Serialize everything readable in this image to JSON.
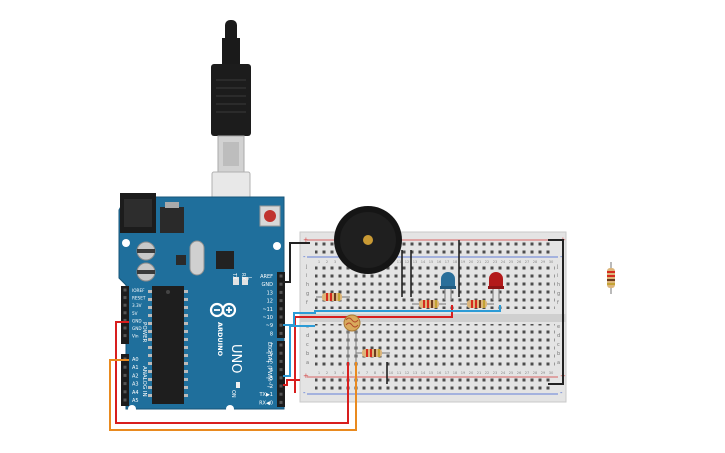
{
  "board": {
    "logo": "ARDUINO",
    "model": "UNO",
    "power_header": "POWER",
    "analog_header": "ANALOG IN",
    "digital_header": "DIGITAL (PWM~)",
    "on_label": "ON",
    "tx_label": "TX",
    "rx_label": "RX",
    "l_label": "L",
    "power_pins": [
      "IOREF",
      "RESET",
      "3.3V",
      "5V",
      "GND",
      "GND",
      "Vin"
    ],
    "analog_pins": [
      "A0",
      "A1",
      "A2",
      "A3",
      "A4",
      "A5"
    ],
    "digital_top_pins": [
      "AREF",
      "GND",
      "13",
      "12",
      "~11",
      "~10",
      "~9",
      "8"
    ],
    "digital_bottom_pins": [
      "7",
      "~6",
      "~5",
      "4",
      "~3",
      "2",
      "TX▶1",
      "RX◀0"
    ]
  },
  "breadboard": {
    "rail_plus": "+",
    "rail_minus": "-",
    "row_letters_top": [
      "j",
      "i",
      "h",
      "g",
      "f"
    ],
    "row_letters_bottom": [
      "e",
      "d",
      "c",
      "b",
      "a"
    ],
    "column_numbers": [
      "1",
      "2",
      "3",
      "4",
      "5",
      "6",
      "7",
      "8",
      "9",
      "10",
      "11",
      "12",
      "13",
      "14",
      "15",
      "16",
      "17",
      "18",
      "19",
      "20",
      "21",
      "22",
      "23",
      "24",
      "25",
      "26",
      "27",
      "28",
      "29",
      "30"
    ]
  },
  "colors": {
    "board_blue": "#1f6f9c",
    "wire_red": "#d81e1e",
    "wire_orange": "#e98a1f",
    "wire_blue": "#2b9bd6",
    "wire_black": "#222222",
    "led_blue": "#2a6f9a",
    "led_red": "#b3191a"
  }
}
